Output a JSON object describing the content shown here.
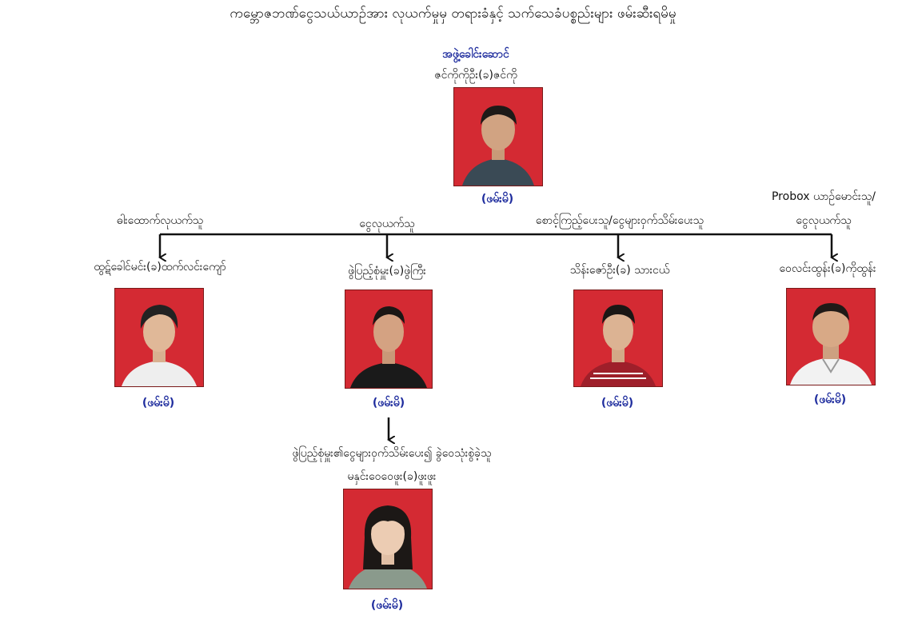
{
  "title": "ကမ္ဘောဇဘဏ်ငွေသယ်ယာဉ်အား လုယက်မှုမှ တရားခံနှင့် သက်သေခံပစ္စည်းများ ဖမ်းဆီးရမိမှု",
  "colors": {
    "status": "#1f2d9e",
    "leader_role": "#1f2d9e",
    "photo_bg": "#d42a33",
    "line": "#111111"
  },
  "leader": {
    "role": "အဖွဲ့ခေါင်းဆောင်",
    "name": "ဇင်ကိုကိုဦး(ခ)ဇင်ကို",
    "status": "(ဖမ်းမိ)"
  },
  "members": [
    {
      "role": "ဓါးထောက်လုယက်သူ",
      "name": "ထွဋ်ခေါင်မင်း(ခ)ထက်လင်းကျော်",
      "status": "(ဖမ်းမိ)"
    },
    {
      "role": "ငွေလုယက်သူ",
      "name": "ဖွဲပြည့်စုံမှူး(ခ)ဖွဲကြီး",
      "status": "(ဖမ်းမိ)"
    },
    {
      "role": "စောင့်ကြည့်ပေးသူ/ငွေများဝှက်သိမ်းပေးသူ",
      "name": "သိန်းဇော်ဦး(ခ) သားငယ်",
      "status": "(ဖမ်းမိ)"
    },
    {
      "role_line1": "Probox ယာဉ်မောင်းသူ/",
      "role_line2": "ငွေလုယက်သူ",
      "name": "ဝေလင်းထွန်း(ခ)ကိုထွန်း",
      "status": "(ဖမ်းမိ)"
    }
  ],
  "sub_member": {
    "role": "ဖွဲပြည့်စုံမှူး၏ငွေများဝှက်သိမ်းပေး၍ ခွဲဝေသုံးစွဲခဲ့သူ",
    "name": "မနှင်းဝေဝေဖူး(ခ)ဖူးဖူး",
    "status": "(ဖမ်းမိ)"
  }
}
